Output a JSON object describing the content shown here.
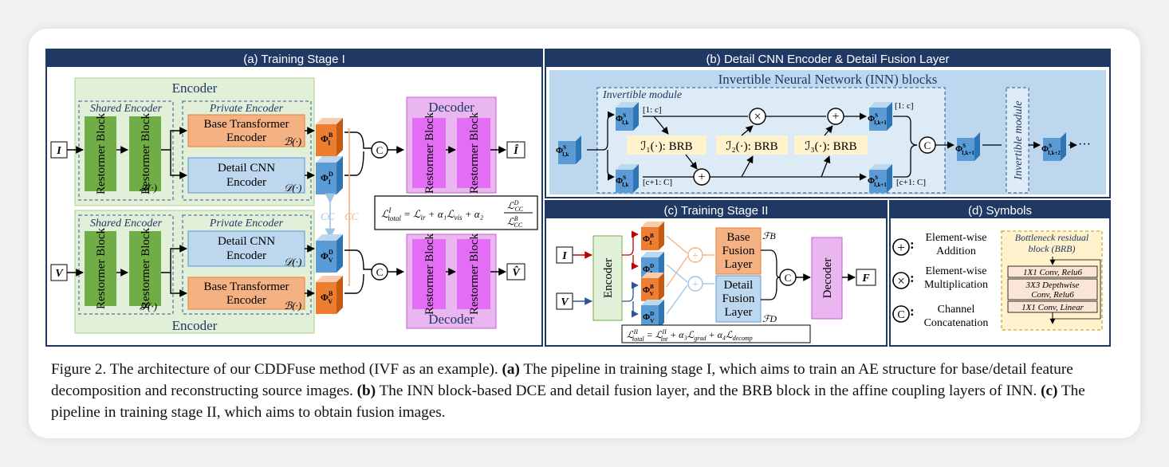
{
  "colors": {
    "header_navy": "#1f3864",
    "green": "#e2efd9",
    "green_block": "#70ad47",
    "orange": "#f4b183",
    "orange_box": "#ed7d31",
    "blue": "#bdd7ee",
    "blue_cube": "#5b9bd5",
    "pink": "#eab6f0",
    "pink_block": "#e36ef5",
    "inn_bg": "#bdd7ee",
    "brb_bg": "#fff2cc",
    "cc_blue": "#9dc3e6",
    "cc_orange": "#f4b183"
  },
  "panel_a": {
    "header": "(a) Training Stage I",
    "encoder_label": "Encoder",
    "encoder_label_bottom": "Encoder",
    "shared_encoder": "Shared Encoder",
    "private_encoder": "Private Encoder",
    "restormer_block": "Restormer Block",
    "s_label": "𝒮(·)",
    "b_label": "ℬ(·)",
    "d_label": "𝒟(·)",
    "base_transformer": [
      "Base Transformer",
      "Encoder"
    ],
    "detail_cnn": [
      "Detail CNN",
      "Encoder"
    ],
    "decoder_label": "Decoder",
    "input_i": "I",
    "input_v": "V",
    "output_i": "Î",
    "output_v": "V̂",
    "phi_ib": "Φ",
    "cc_label": "CC",
    "concat": "C",
    "loss_total": "ℒ",
    "loss_formula": "ℒᴵtotal = ℒir + α₁ℒvis + α₂ ℒD_CC / ℒB_CC"
  },
  "panel_b": {
    "header": "(b) Detail CNN Encoder & Detail Fusion Layer",
    "inn_title": "Invertible Neural Network (INN) blocks",
    "invertible_module": "Invertible module",
    "invertible_module_vertical": "Invertible module",
    "i1": "ℐ₁(·): BRB",
    "i2": "ℐ₂(·): BRB",
    "i3": "ℐ₃(·): BRB",
    "split_top": "[1: c]",
    "split_bottom": "[c+1: C]",
    "split_top_right": "[1: c]",
    "split_bottom_right": "[c+1: C]",
    "dots": "···"
  },
  "panel_c": {
    "header": "(c) Training Stage II",
    "encoder": "Encoder",
    "decoder": "Decoder",
    "base_fusion": [
      "Base",
      "Fusion",
      "Layer"
    ],
    "detail_fusion": [
      "Detail",
      "Fusion",
      "Layer"
    ],
    "fb": "ℱB",
    "fd": "ℱD",
    "input_i": "I",
    "input_v": "V",
    "output_f": "F",
    "loss": "ℒᴵᴵtotal = ℒᴵᴵint + α₃ℒgrad + α₄ℒdecomp"
  },
  "panel_d": {
    "header": "(d) Symbols",
    "add_name": [
      "Element-wise",
      "Addition"
    ],
    "mul_name": [
      "Element-wise",
      "Multiplication"
    ],
    "cat_name": [
      "Channel",
      "Concatenation"
    ],
    "brb_title": [
      "Bottleneck residual",
      "block (BRB)"
    ],
    "brb_l1": "1X1 Conv, Relu6",
    "brb_l2": [
      "3X3 Depthwise",
      "Conv, Relu6"
    ],
    "brb_l3": "1X1 Conv, Linear"
  },
  "caption": {
    "lead": "Figure 2. The architecture of our CDDFuse method (IVF as an example).",
    "a_tag": "(a)",
    "a_text": "The pipeline in training stage I, which aims to train an AE structure for base/detail feature decomposition and reconstructing source images.",
    "b_tag": "(b)",
    "b_text": "The INN block-based DCE and detail fusion layer, and the BRB block in the affine coupling layers of INN.",
    "c_tag": "(c)",
    "c_text": "The pipeline in training stage II, which aims to obtain fusion images."
  }
}
